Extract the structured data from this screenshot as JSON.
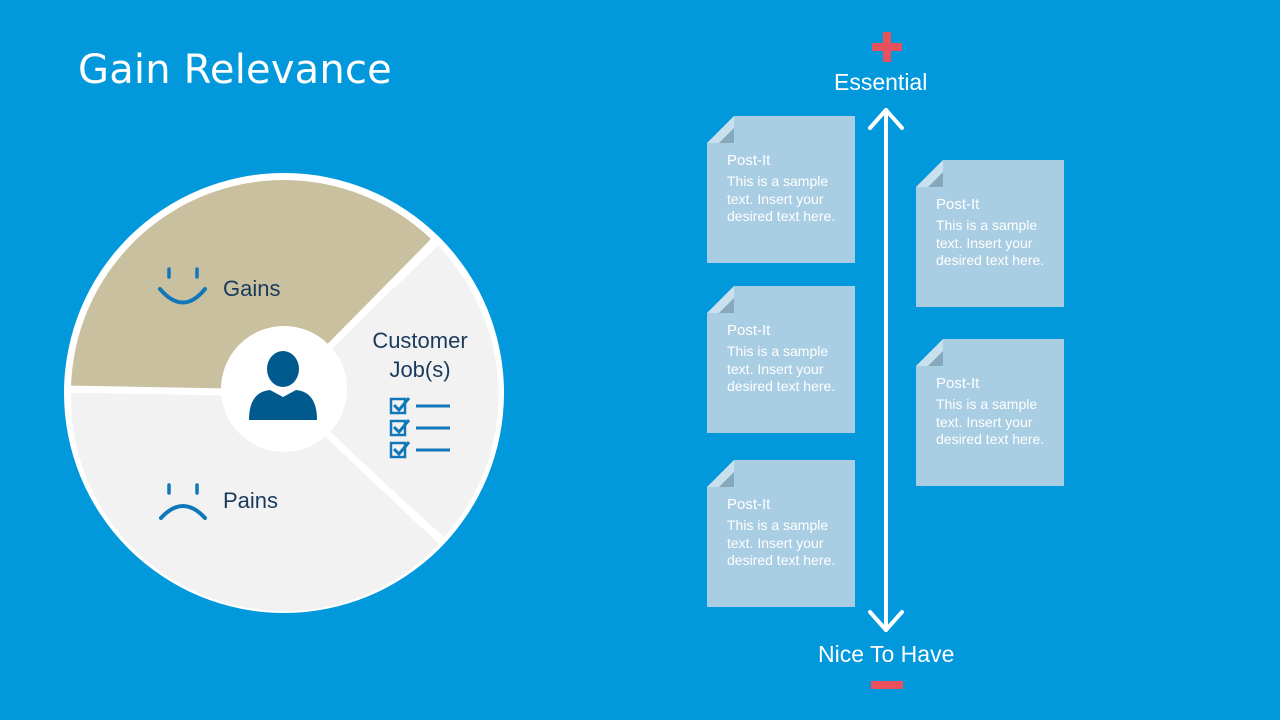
{
  "title": "Gain Relevance",
  "canvas": {
    "segments": {
      "gains": {
        "label": "Gains",
        "color": "#c8c09e"
      },
      "pains": {
        "label": "Pains",
        "color": "#f2f2f2"
      },
      "customer_jobs": {
        "label": "Customer Job(s)",
        "color": "#f2f2f2"
      }
    },
    "center_icon": "user-icon",
    "gains_icon": "smile-icon",
    "pains_icon": "frown-icon",
    "jobs_icon": "checklist-icon",
    "icon_color": "#1078b8"
  },
  "scale": {
    "top_label": "Essential",
    "bottom_label": "Nice To Have",
    "top_marker_icon": "plus-icon",
    "bottom_marker_icon": "minus-icon",
    "marker_color": "#e8505b"
  },
  "postits": [
    {
      "title": "Post-It",
      "text": "This is a sample text. Insert your desired text here."
    },
    {
      "title": "Post-It",
      "text": "This is a sample text. Insert your desired text here."
    },
    {
      "title": "Post-It",
      "text": "This is a sample text. Insert your desired text here."
    },
    {
      "title": "Post-It",
      "text": "This is a sample text. Insert your desired text here."
    },
    {
      "title": "Post-It",
      "text": "This is a sample text. Insert your desired text here."
    }
  ]
}
